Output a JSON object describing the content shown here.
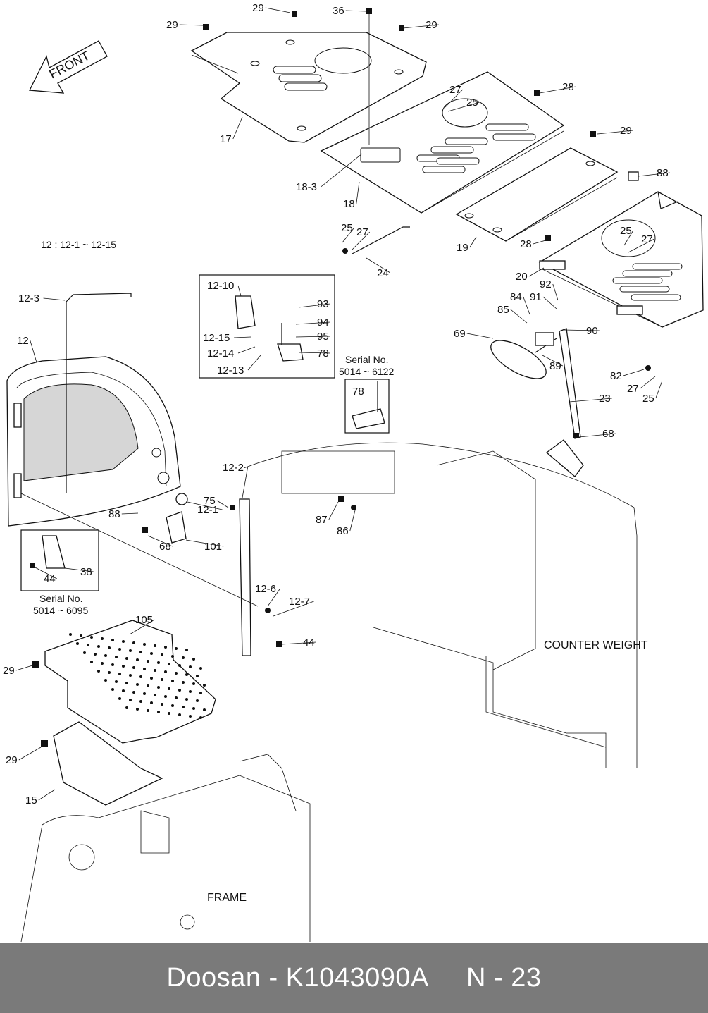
{
  "range_note": "12 : 12-1 ~ 12-15",
  "front_label": "FRONT",
  "footer": {
    "text": "Doosan - K1043090A     N - 23"
  },
  "serial_notes": {
    "right": {
      "title": "Serial No.",
      "range": "5014 ~ 6122"
    },
    "left": {
      "title": "Serial No.",
      "range": "5014 ~ 6095"
    }
  },
  "assembly_labels": {
    "counter_weight": "COUNTER WEIGHT",
    "frame": "FRAME"
  },
  "callouts": [
    "29",
    "36",
    "29",
    "29",
    "17",
    "18-3",
    "18",
    "27",
    "25",
    "28",
    "29",
    "88",
    "19",
    "25",
    "27",
    "24",
    "28",
    "20",
    "25",
    "27",
    "12 : 12-1 ~ 12-15",
    "12-3",
    "12",
    "12-10",
    "93",
    "94",
    "95",
    "78",
    "12-15",
    "12-14",
    "12-13",
    "Serial No.",
    "5014 ~ 6122",
    "78",
    "84",
    "92",
    "91",
    "85",
    "90",
    "69",
    "89",
    "23",
    "82",
    "27",
    "25",
    "68",
    "12-2",
    "75",
    "87",
    "86",
    "88",
    "12-1",
    "68",
    "101",
    "38",
    "44",
    "Serial No.",
    "5014 ~ 6095",
    "12-6",
    "12-7",
    "44",
    "105",
    "29",
    "29",
    "15",
    "COUNTER WEIGHT",
    "FRAME"
  ]
}
